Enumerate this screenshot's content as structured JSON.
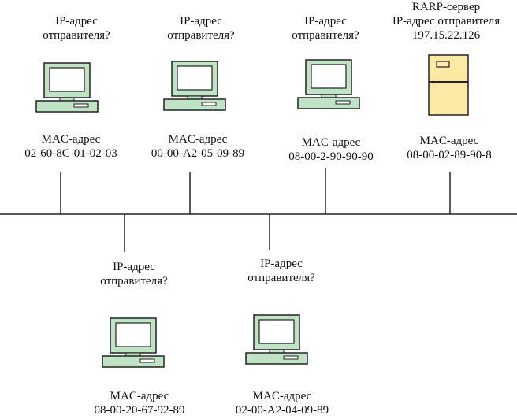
{
  "colors": {
    "computer_fill": "#bfe3c4",
    "screen_fill": "#ffffff",
    "server_fill": "#fce9a3",
    "line": "#222222"
  },
  "nodes": [
    {
      "id": "pc1",
      "icon": "computer-icon",
      "top": [
        "IP-адрес",
        "отправителя?"
      ],
      "bottom": [
        "MAC-адрес",
        "02-60-8C-01-02-03"
      ]
    },
    {
      "id": "pc2",
      "icon": "computer-icon",
      "top": [
        "IP-адрес",
        "отправителя?"
      ],
      "bottom": [
        "MAC-адрес",
        "00-00-A2-05-09-89"
      ]
    },
    {
      "id": "pc3",
      "icon": "computer-icon",
      "top": [
        "IP-адрес",
        "отправителя?"
      ],
      "bottom": [
        "MAC-адрес",
        "08-00-2-90-90-90"
      ]
    },
    {
      "id": "server",
      "icon": "server-icon",
      "top": [
        "RARP-сервер",
        "IP-адрес отправителя",
        "197.15.22.126"
      ],
      "bottom": [
        "MAC-адрес",
        "08-00-02-89-90-8"
      ]
    },
    {
      "id": "pc4",
      "icon": "computer-icon",
      "top": [
        "IP-адрес",
        "отправителя?"
      ],
      "bottom": [
        "MAC-адрес",
        "08-00-20-67-92-89"
      ]
    },
    {
      "id": "pc5",
      "icon": "computer-icon",
      "top": [
        "IP-адрес",
        "отправителя?"
      ],
      "bottom": [
        "MAC-адрес",
        "02-00-A2-04-09-89"
      ]
    }
  ]
}
